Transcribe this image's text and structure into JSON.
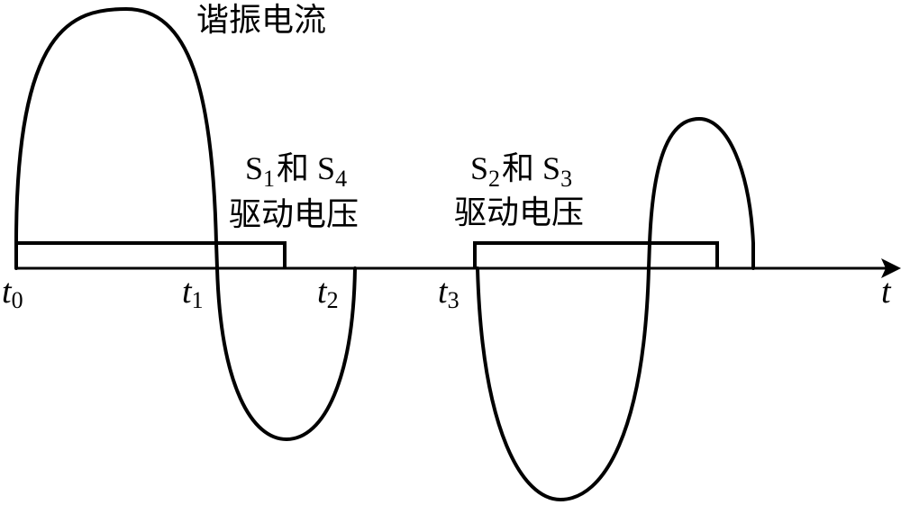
{
  "labels": {
    "current": "谐振电流",
    "s14_a": "S",
    "s14_sub_a": "1",
    "s14_mid": "和 S",
    "s14_sub_b": "4",
    "s14_line2": "驱动电压",
    "s23_a": "S",
    "s23_sub_a": "2",
    "s23_mid": "和 S",
    "s23_sub_b": "3",
    "s23_line2": "驱动电压",
    "axis_t": "t"
  },
  "ticks": [
    {
      "name": "t",
      "sub": "0"
    },
    {
      "name": "t",
      "sub": "1"
    },
    {
      "name": "t",
      "sub": "2"
    },
    {
      "name": "t",
      "sub": "3"
    }
  ]
}
